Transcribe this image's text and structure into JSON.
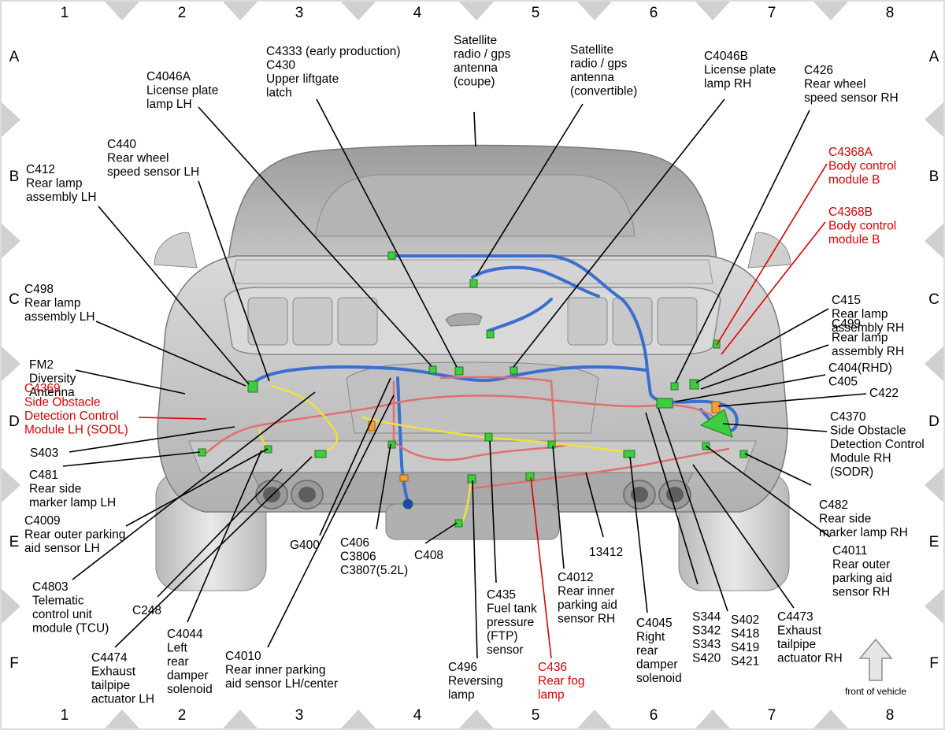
{
  "grid": {
    "columns": [
      "1",
      "2",
      "3",
      "4",
      "5",
      "6",
      "7",
      "8"
    ],
    "rows": [
      "A",
      "B",
      "C",
      "D",
      "E",
      "F"
    ]
  },
  "callouts": [
    {
      "id": "c4333",
      "lines": [
        "C4333 (early production)",
        "C430",
        "Upper liftgate",
        "latch"
      ],
      "color": "#000000"
    },
    {
      "id": "sat-coupe",
      "lines": [
        "Satellite",
        "radio / gps",
        "antenna",
        "(coupe)"
      ],
      "color": "#000000"
    },
    {
      "id": "sat-conv",
      "lines": [
        "Satellite",
        "radio / gps",
        "antenna",
        "(convertible)"
      ],
      "color": "#000000"
    },
    {
      "id": "c4046a",
      "lines": [
        "C4046A",
        "License plate",
        "lamp LH"
      ],
      "color": "#000000"
    },
    {
      "id": "c4046b",
      "lines": [
        "C4046B",
        "License plate",
        "lamp RH"
      ],
      "color": "#000000"
    },
    {
      "id": "c426",
      "lines": [
        "C426",
        "Rear wheel",
        "speed sensor RH"
      ],
      "color": "#000000"
    },
    {
      "id": "c440",
      "lines": [
        "C440",
        "Rear wheel",
        "speed sensor LH"
      ],
      "color": "#000000"
    },
    {
      "id": "c412",
      "lines": [
        "C412",
        "Rear lamp",
        "assembly LH"
      ],
      "color": "#000000"
    },
    {
      "id": "c4368a",
      "lines": [
        "C4368A",
        "Body control",
        "module B"
      ],
      "color": "#e00000"
    },
    {
      "id": "c4368b",
      "lines": [
        "C4368B",
        "Body control",
        "module B"
      ],
      "color": "#e00000"
    },
    {
      "id": "c498",
      "lines": [
        "C498",
        "Rear lamp",
        "assembly LH"
      ],
      "color": "#000000"
    },
    {
      "id": "c415",
      "lines": [
        "C415",
        "Rear lamp",
        "assembly RH"
      ],
      "color": "#000000"
    },
    {
      "id": "c499",
      "lines": [
        "C499",
        "Rear lamp",
        "assembly RH"
      ],
      "color": "#000000"
    },
    {
      "id": "fm2",
      "lines": [
        "FM2",
        "Diversity",
        "Antenna"
      ],
      "color": "#000000"
    },
    {
      "id": "c404",
      "lines": [
        "C404(RHD)",
        "C405"
      ],
      "color": "#000000"
    },
    {
      "id": "c422",
      "lines": [
        "C422"
      ],
      "color": "#000000"
    },
    {
      "id": "c4369",
      "lines": [
        "C4369",
        "Side Obstacle",
        "Detection Control",
        "Module LH (SODL)"
      ],
      "color": "#e00000"
    },
    {
      "id": "c4370",
      "lines": [
        "C4370",
        "Side Obstacle",
        "Detection Control",
        "Module RH",
        "(SODR)"
      ],
      "color": "#000000"
    },
    {
      "id": "s403",
      "lines": [
        "S403"
      ],
      "color": "#000000"
    },
    {
      "id": "c481",
      "lines": [
        "C481",
        "Rear side",
        "marker lamp LH"
      ],
      "color": "#000000"
    },
    {
      "id": "c482",
      "lines": [
        "C482",
        "Rear side",
        "marker lamp RH"
      ],
      "color": "#000000"
    },
    {
      "id": "c4009",
      "lines": [
        "C4009",
        "Rear outer parking",
        "aid sensor LH"
      ],
      "color": "#000000"
    },
    {
      "id": "c4011",
      "lines": [
        "C4011",
        "Rear outer",
        "parking aid",
        "sensor RH"
      ],
      "color": "#000000"
    },
    {
      "id": "g400",
      "lines": [
        "G400"
      ],
      "color": "#000000"
    },
    {
      "id": "c406",
      "lines": [
        "C406",
        "C3806",
        "C3807(5.2L)"
      ],
      "color": "#000000"
    },
    {
      "id": "c408",
      "lines": [
        "C408"
      ],
      "color": "#000000"
    },
    {
      "id": "n13412",
      "lines": [
        "13412"
      ],
      "color": "#000000"
    },
    {
      "id": "c4803",
      "lines": [
        "C4803",
        "Telematic",
        "control unit",
        "module (TCU)"
      ],
      "color": "#000000"
    },
    {
      "id": "c248",
      "lines": [
        "C248"
      ],
      "color": "#000000"
    },
    {
      "id": "c435",
      "lines": [
        "C435",
        "Fuel tank",
        "pressure",
        "(FTP)",
        "sensor"
      ],
      "color": "#000000"
    },
    {
      "id": "c4012",
      "lines": [
        "C4012",
        "Rear inner",
        "parking aid",
        "sensor RH"
      ],
      "color": "#000000"
    },
    {
      "id": "c4045",
      "lines": [
        "C4045",
        "Right",
        "rear",
        "damper",
        "solenoid"
      ],
      "color": "#000000"
    },
    {
      "id": "s344",
      "lines": [
        "S344",
        "S342",
        "S343",
        "S420"
      ],
      "color": "#000000"
    },
    {
      "id": "s402",
      "lines": [
        "S402",
        "S418",
        "S419",
        "S421"
      ],
      "color": "#000000"
    },
    {
      "id": "c4473",
      "lines": [
        "C4473",
        "Exhaust",
        "tailpipe",
        "actuator RH"
      ],
      "color": "#000000"
    },
    {
      "id": "c4474",
      "lines": [
        "C4474",
        "Exhaust",
        "tailpipe",
        "actuator LH"
      ],
      "color": "#000000"
    },
    {
      "id": "c4044",
      "lines": [
        "C4044",
        "Left",
        "rear",
        "damper",
        "solenoid"
      ],
      "color": "#000000"
    },
    {
      "id": "c4010",
      "lines": [
        "C4010",
        "Rear inner parking",
        "aid sensor LH/center"
      ],
      "color": "#000000"
    },
    {
      "id": "c496",
      "lines": [
        "C496",
        "Reversing",
        "lamp"
      ],
      "color": "#000000"
    },
    {
      "id": "c436",
      "lines": [
        "C436",
        "Rear fog",
        "lamp"
      ],
      "color": "#e00000"
    }
  ],
  "legend": {
    "front_label": "front of vehicle",
    "arrow_icon": "up-arrow-icon"
  },
  "colors": {
    "harness_blue": "#3a6fd0",
    "harness_red": "#e07070",
    "harness_yellow": "#f0e040",
    "connector_green": "#40cc40",
    "callout_red": "#e00000",
    "body_gray": "#bdbdbd"
  }
}
